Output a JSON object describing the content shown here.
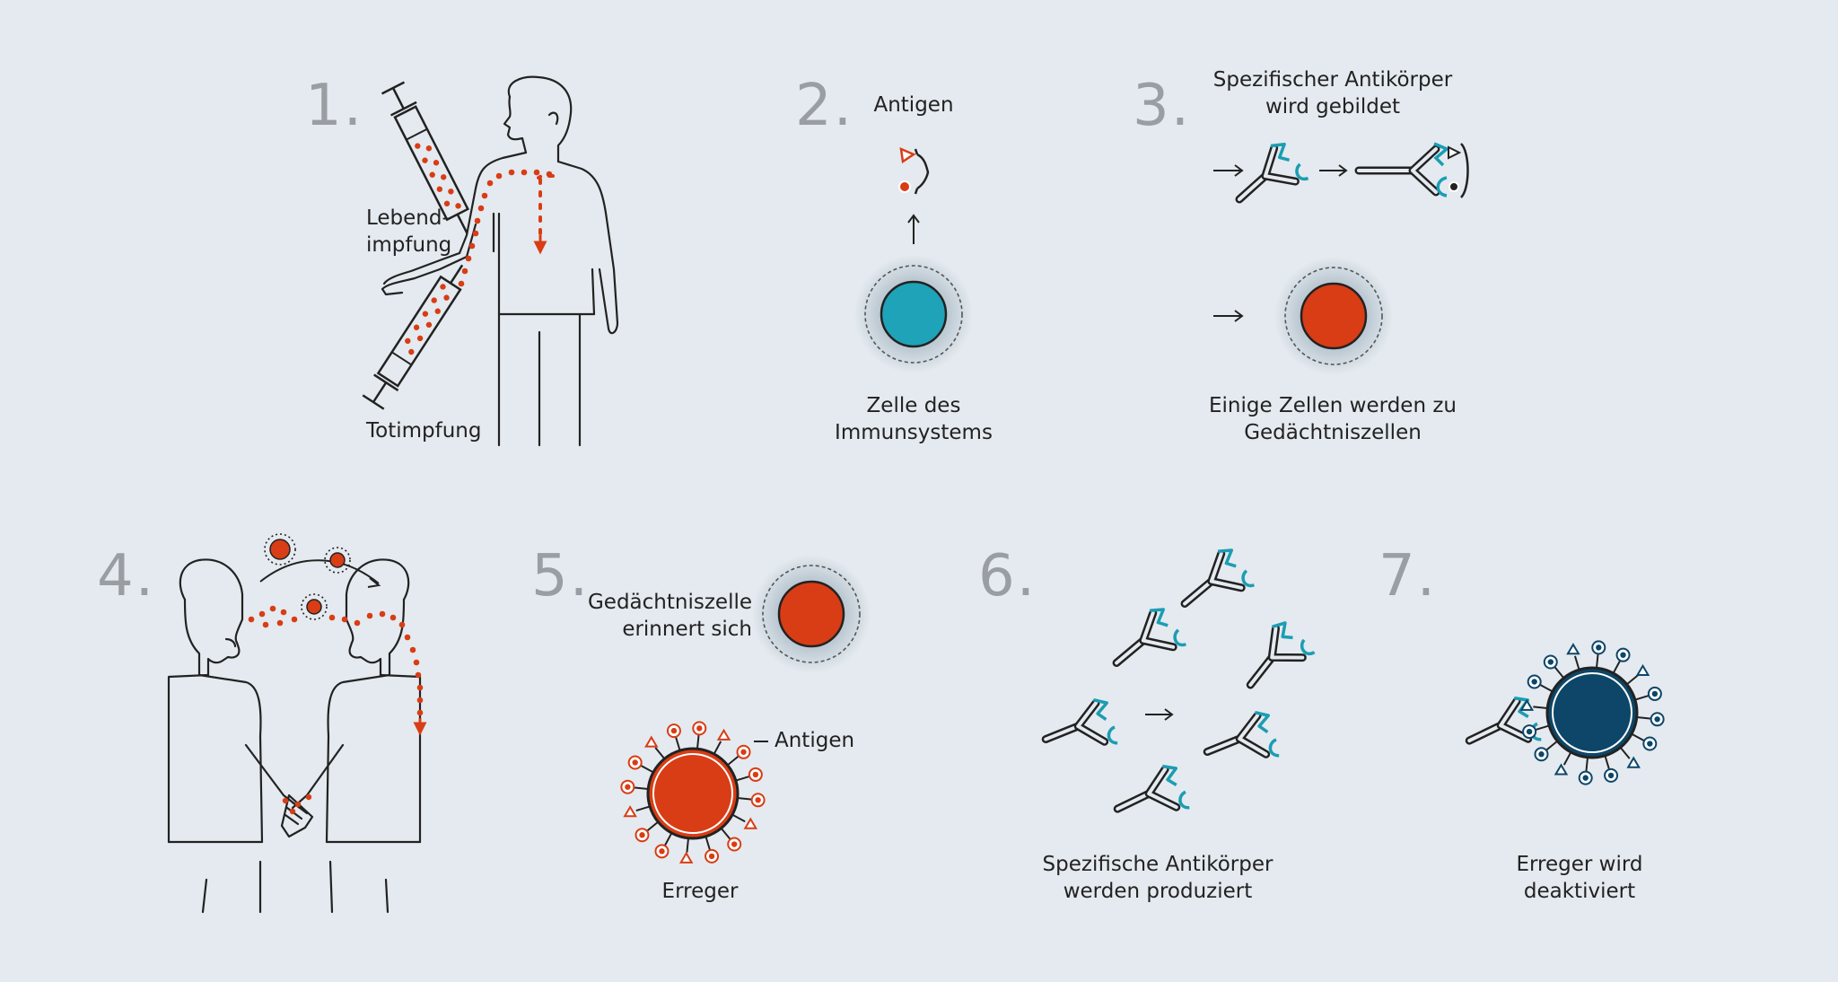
{
  "steps": [
    {
      "number": "1."
    },
    {
      "number": "2."
    },
    {
      "number": "3."
    },
    {
      "number": "4."
    },
    {
      "number": "5."
    },
    {
      "number": "6."
    },
    {
      "number": "7."
    }
  ],
  "labels": {
    "live_vaccination_line1": "Lebend-",
    "live_vaccination_line2": "impfung",
    "dead_vaccination": "Totimpfung",
    "antigen_step2": "Antigen",
    "immune_cell_line1": "Zelle des",
    "immune_cell_line2": "Immunsystems",
    "specific_antibody_line1": "Spezifischer Antikörper",
    "specific_antibody_line2": "wird gebildet",
    "memory_cells_line1": "Einige Zellen werden zu",
    "memory_cells_line2": "Gedächtniszellen",
    "memory_remembers_line1": "Gedächtniszelle",
    "memory_remembers_line2": "erinnert sich",
    "antigen_step5": "Antigen",
    "pathogen": "Erreger",
    "antibodies_produced_line1": "Spezifische Antikörper",
    "antibodies_produced_line2": "werden produziert",
    "pathogen_deactivated_line1": "Erreger wird",
    "pathogen_deactivated_line2": "deaktiviert"
  },
  "colors": {
    "background": "#e4eaef",
    "line": "#222222",
    "accent_red": "#d83d15",
    "teal": "#1ea3b8",
    "antibody_teal": "#1b9db3",
    "dark_blue": "#0d4668",
    "number_gray": "#9a9ea2",
    "halo": "#cfd8df"
  },
  "icons": [
    "syringe-icon",
    "person-icon",
    "antigen-icon",
    "immune-cell-icon",
    "antibody-icon",
    "memory-cell-icon",
    "pathogen-icon",
    "virus-particle-icon",
    "handshake-icon",
    "arrow-icon"
  ]
}
